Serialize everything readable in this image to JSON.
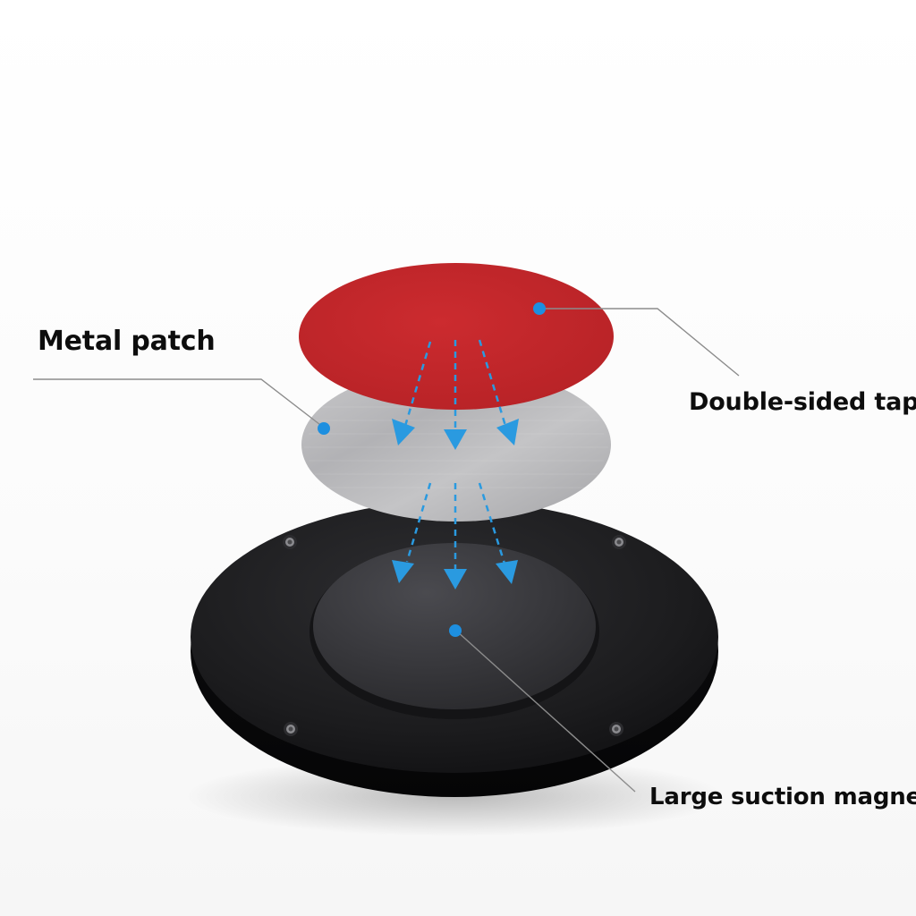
{
  "labels": {
    "metal_patch": "Metal patch",
    "double_sided_tape": "Double-sided tape",
    "large_suction_magnet": "Large suction magnet"
  },
  "colors": {
    "tape": "#c0262a",
    "metal": "#b9b9bb",
    "base": "#1c1c1e",
    "magnet_face": "#3a3a3e",
    "arrow": "#2a9ae0",
    "marker": "#1d8fe0",
    "leader_line": "#8c8c8c",
    "text": "#0d0d0d"
  }
}
